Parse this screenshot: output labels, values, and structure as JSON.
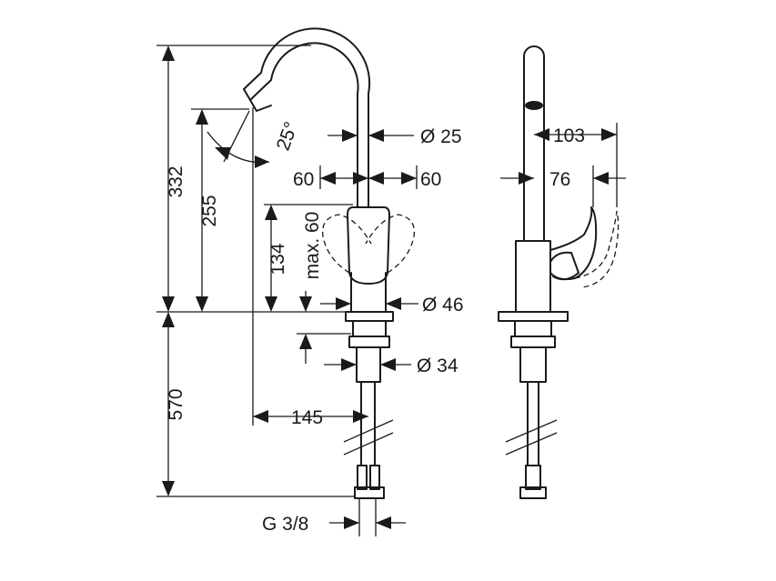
{
  "dimensions": {
    "height_total": "332",
    "height_spout": "255",
    "angle": "25°",
    "dia_spout": "Ø 25",
    "left_60": "60",
    "right_60": "60",
    "height_handle": "134",
    "max_60": "max. 60",
    "dia_base": "Ø 46",
    "height_below": "570",
    "dia_shank": "Ø 34",
    "reach": "145",
    "thread": "G 3/8",
    "side_103": "103",
    "side_76": "76"
  },
  "colors": {
    "line": "#1a1a1a",
    "background": "#ffffff"
  }
}
